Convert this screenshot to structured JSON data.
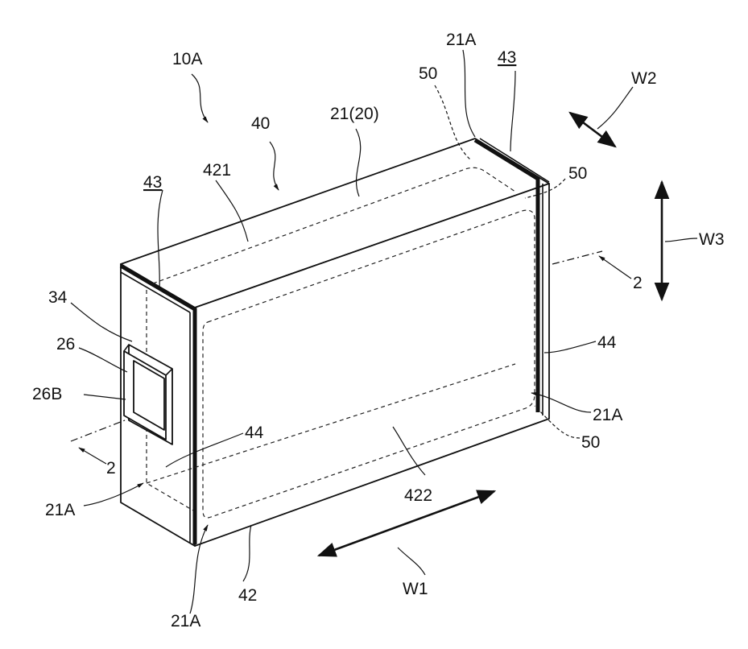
{
  "figure": {
    "labels": {
      "assembly": "10A",
      "casing": "40",
      "body": "21(20)",
      "top_face": "421",
      "front_face": "422",
      "bottom_ref": "42",
      "end_member_left": "43",
      "end_member_right": "43",
      "seal_right": "44",
      "seal_left": "44",
      "gap_top_back": "50",
      "gap_top_right": "50",
      "gap_bottom_right": "50",
      "edge_top": "21A",
      "edge_right": "21A",
      "edge_left_bottom": "21A",
      "edge_front_bottom": "21A",
      "terminal_cover": "34",
      "terminal": "26",
      "terminal_part": "26B",
      "section_left": "2",
      "section_right": "2",
      "dir_w1": "W1",
      "dir_w2": "W2",
      "dir_w3": "W3"
    }
  }
}
